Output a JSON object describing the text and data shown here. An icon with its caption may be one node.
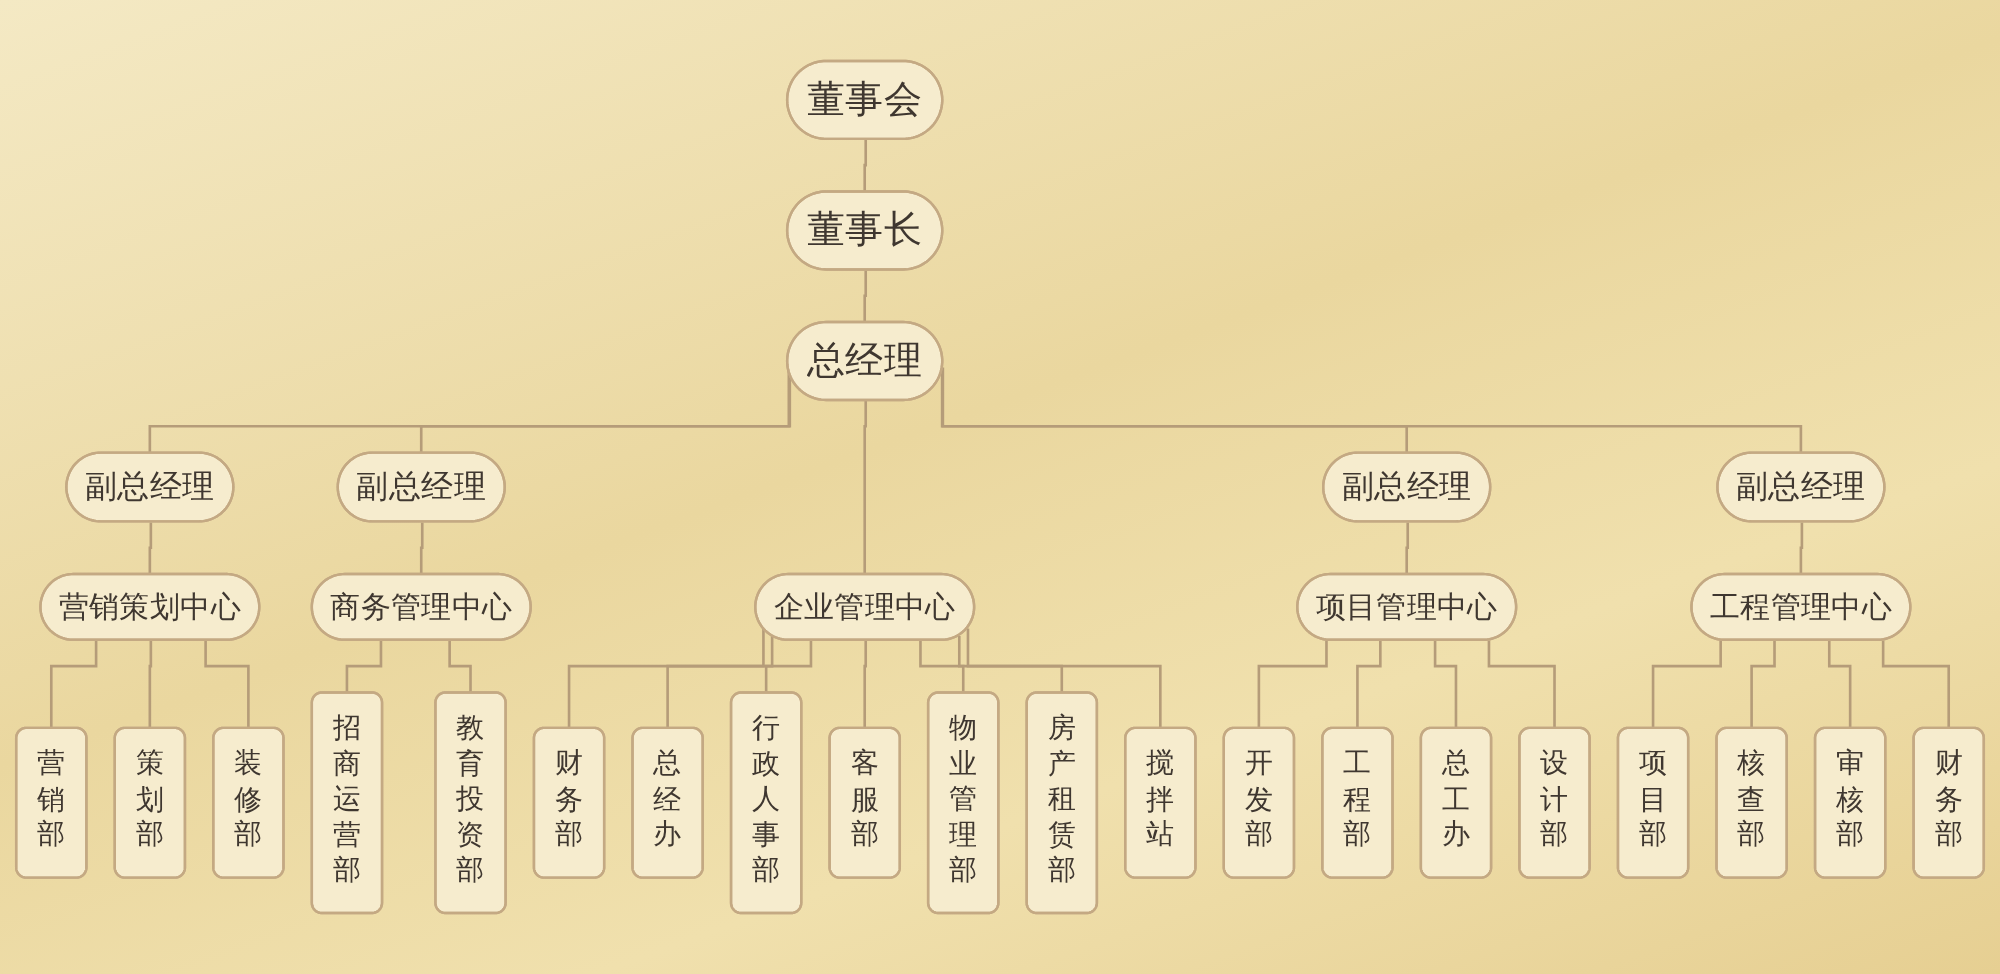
{
  "diagram": {
    "nodes": [
      {
        "text": [
          "董事会"
        ]
      },
      {
        "text": [
          "董事长"
        ]
      },
      {
        "text": [
          "总经理"
        ]
      },
      {
        "text": [
          "副总经理"
        ]
      },
      {
        "text": [
          "副总经理"
        ]
      },
      {
        "text": [
          "副总经理"
        ]
      },
      {
        "text": [
          "副总经理"
        ]
      },
      {
        "text": [
          "营销策划中心"
        ]
      },
      {
        "text": [
          "商务管理中心"
        ]
      },
      {
        "text": [
          "企业管理中心"
        ]
      },
      {
        "text": [
          "项目管理中心"
        ]
      },
      {
        "text": [
          "工程管理中心"
        ]
      },
      {
        "text": [
          "营销部"
        ]
      },
      {
        "text": [
          "策划部"
        ]
      },
      {
        "text": [
          "装修部"
        ]
      },
      {
        "text": [
          "招商运营部"
        ]
      },
      {
        "text": [
          "教育投资部"
        ]
      },
      {
        "text": [
          "财务部"
        ]
      },
      {
        "text": [
          "总经办"
        ]
      },
      {
        "text": [
          "行政人事部"
        ]
      },
      {
        "text": [
          "客服部"
        ]
      },
      {
        "text": [
          "物业管理部"
        ]
      },
      {
        "text": [
          "房产租赁部"
        ]
      },
      {
        "text": [
          "搅拌站"
        ]
      },
      {
        "text": [
          "开发部"
        ]
      },
      {
        "text": [
          "工程部"
        ]
      },
      {
        "text": [
          "总工办"
        ]
      },
      {
        "text": [
          "设计部"
        ]
      },
      {
        "text": [
          "项目部"
        ]
      },
      {
        "text": [
          "核查部"
        ]
      },
      {
        "text": [
          "审核部"
        ]
      },
      {
        "text": [
          "财务部"
        ]
      }
    ],
    "edges": [
      {
        "from": 0,
        "to": 1,
        "arrow": "none"
      },
      {
        "from": 1,
        "to": 2,
        "arrow": "none"
      },
      {
        "from": 2,
        "to": 3,
        "arrow": "none"
      },
      {
        "from": 2,
        "to": 4,
        "arrow": "none"
      },
      {
        "from": 2,
        "to": 9,
        "arrow": "none"
      },
      {
        "from": 2,
        "to": 5,
        "arrow": "none"
      },
      {
        "from": 2,
        "to": 6,
        "arrow": "none"
      },
      {
        "from": 3,
        "to": 7,
        "arrow": "none"
      },
      {
        "from": 4,
        "to": 8,
        "arrow": "none"
      },
      {
        "from": 5,
        "to": 10,
        "arrow": "none"
      },
      {
        "from": 6,
        "to": 11,
        "arrow": "none"
      },
      {
        "from": 7,
        "to": 12,
        "arrow": "none"
      },
      {
        "from": 7,
        "to": 13,
        "arrow": "none"
      },
      {
        "from": 7,
        "to": 14,
        "arrow": "none"
      },
      {
        "from": 8,
        "to": 15,
        "arrow": "none"
      },
      {
        "from": 8,
        "to": 16,
        "arrow": "none"
      },
      {
        "from": 9,
        "to": 17,
        "arrow": "none"
      },
      {
        "from": 9,
        "to": 18,
        "arrow": "none"
      },
      {
        "from": 9,
        "to": 19,
        "arrow": "none"
      },
      {
        "from": 9,
        "to": 20,
        "arrow": "none"
      },
      {
        "from": 9,
        "to": 21,
        "arrow": "none"
      },
      {
        "from": 9,
        "to": 22,
        "arrow": "none"
      },
      {
        "from": 9,
        "to": 23,
        "arrow": "none"
      },
      {
        "from": 10,
        "to": 24,
        "arrow": "none"
      },
      {
        "from": 10,
        "to": 25,
        "arrow": "none"
      },
      {
        "from": 10,
        "to": 26,
        "arrow": "none"
      },
      {
        "from": 10,
        "to": 27,
        "arrow": "none"
      },
      {
        "from": 11,
        "to": 28,
        "arrow": "none"
      },
      {
        "from": 11,
        "to": 29,
        "arrow": "none"
      },
      {
        "from": 11,
        "to": 30,
        "arrow": "none"
      },
      {
        "from": 11,
        "to": 31,
        "arrow": "none"
      }
    ]
  }
}
